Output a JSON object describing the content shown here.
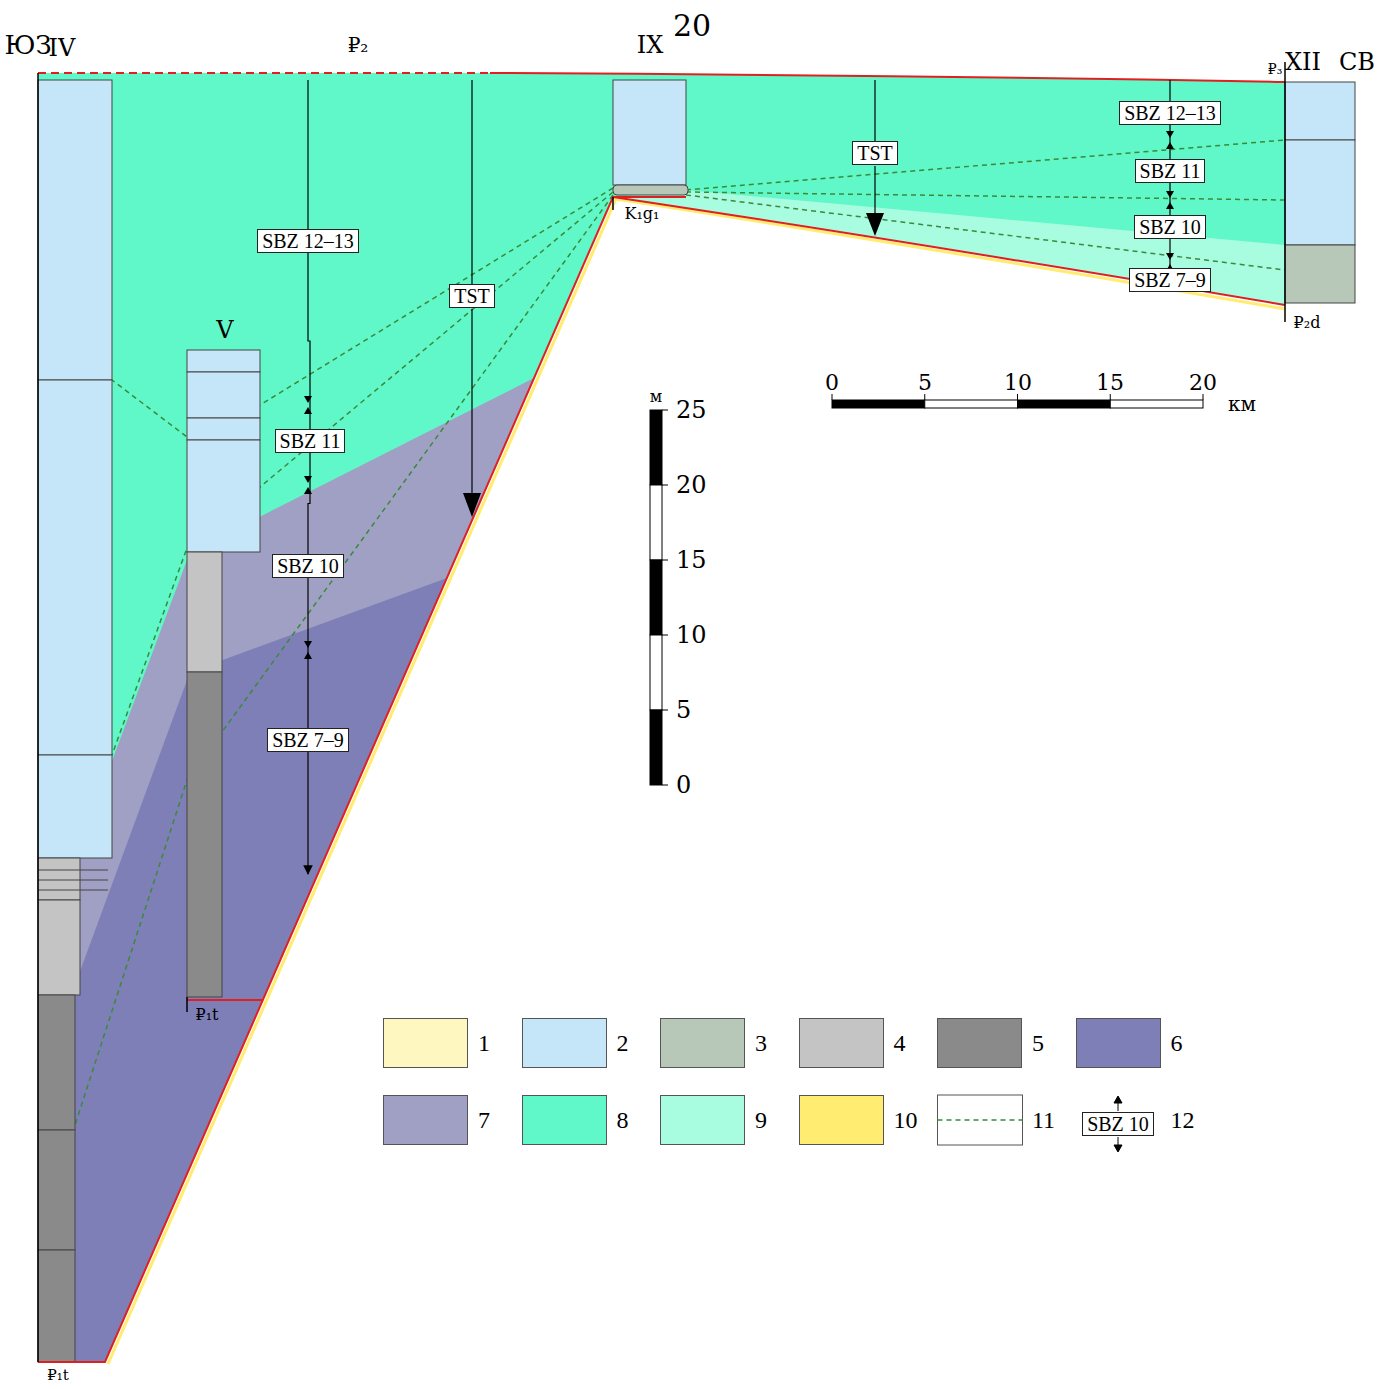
{
  "diagram": {
    "nodes": [
      {
        "text": [
          "SBZ 12–13"
        ]
      },
      {
        "text": [
          "SBZ 11"
        ]
      },
      {
        "text": [
          "SBZ 10"
        ]
      },
      {
        "text": [
          "SBZ 7–9"
        ]
      },
      {
        "text": [
          "TST"
        ]
      },
      {
        "text": [
          "TST"
        ]
      },
      {
        "text": [
          "SBZ 12–13"
        ]
      },
      {
        "text": [
          "SBZ 11"
        ]
      },
      {
        "text": [
          "SBZ 10"
        ]
      },
      {
        "text": [
          "SBZ 7–9"
        ]
      },
      {
        "text": [
          "SBZ 10"
        ]
      }
    ],
    "edges": [
      {
        "from": 0,
        "to": 1,
        "arrow": "none"
      },
      {
        "from": 1,
        "to": 2,
        "arrow": "none"
      },
      {
        "from": 2,
        "to": 3,
        "arrow": "none"
      },
      {
        "from": 6,
        "to": 7,
        "arrow": "none"
      },
      {
        "from": 7,
        "to": 8,
        "arrow": "none"
      },
      {
        "from": 8,
        "to": 9,
        "arrow": "none"
      }
    ],
    "labels": [
      "20",
      "ЮЗ",
      "IV",
      "₽₂",
      "IX",
      "₽₃",
      "XII",
      "СВ",
      "V",
      "K₁g₁",
      "₽₁t",
      "₽₁t",
      "₽₂d",
      "м",
      "25",
      "20",
      "15",
      "10",
      "5",
      "0",
      "0",
      "5",
      "10",
      "15",
      "20",
      "км"
    ],
    "legend": [
      {
        "text": "1",
        "color": "#fff7c0"
      },
      {
        "text": "2",
        "color": "#c4e6f8"
      },
      {
        "text": "3",
        "color": "#b8c8b8"
      },
      {
        "text": "4",
        "color": "#c4c4c4"
      },
      {
        "text": "5",
        "color": "#8a8a8a"
      },
      {
        "text": "6",
        "color": "#7f7fb8"
      },
      {
        "text": "7",
        "color": "#a0a0c4"
      },
      {
        "text": "8",
        "color": "#60f8c8"
      },
      {
        "text": "9",
        "color": "#a8fce0"
      },
      {
        "text": "10",
        "color": "#ffec70"
      },
      {
        "text": "11"
      },
      {
        "text": "12"
      }
    ]
  }
}
